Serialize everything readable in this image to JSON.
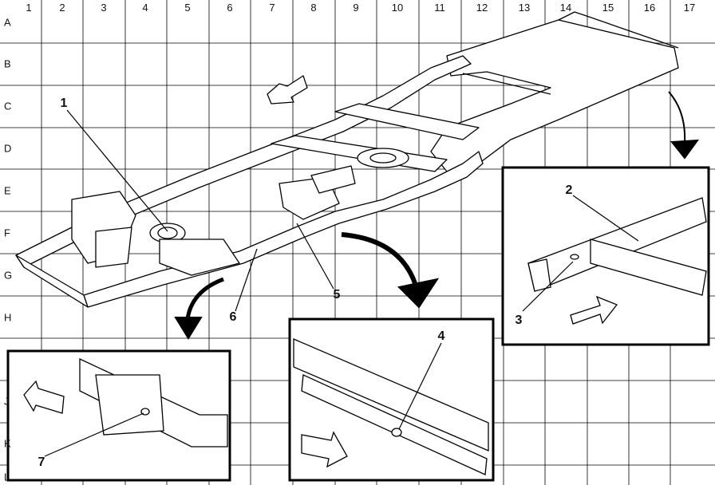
{
  "columns": [
    "1",
    "2",
    "3",
    "4",
    "5",
    "6",
    "7",
    "8",
    "9",
    "10",
    "11",
    "12",
    "13",
    "14",
    "15",
    "16",
    "17"
  ],
  "rows": [
    "A",
    "B",
    "C",
    "D",
    "E",
    "F",
    "G",
    "H",
    "",
    "J",
    "K",
    "L"
  ],
  "callouts": [
    "1",
    "2",
    "3",
    "4",
    "5",
    "6",
    "7"
  ],
  "colors": {
    "line": "#000000",
    "grid": "#000000",
    "background": "#ffffff"
  }
}
